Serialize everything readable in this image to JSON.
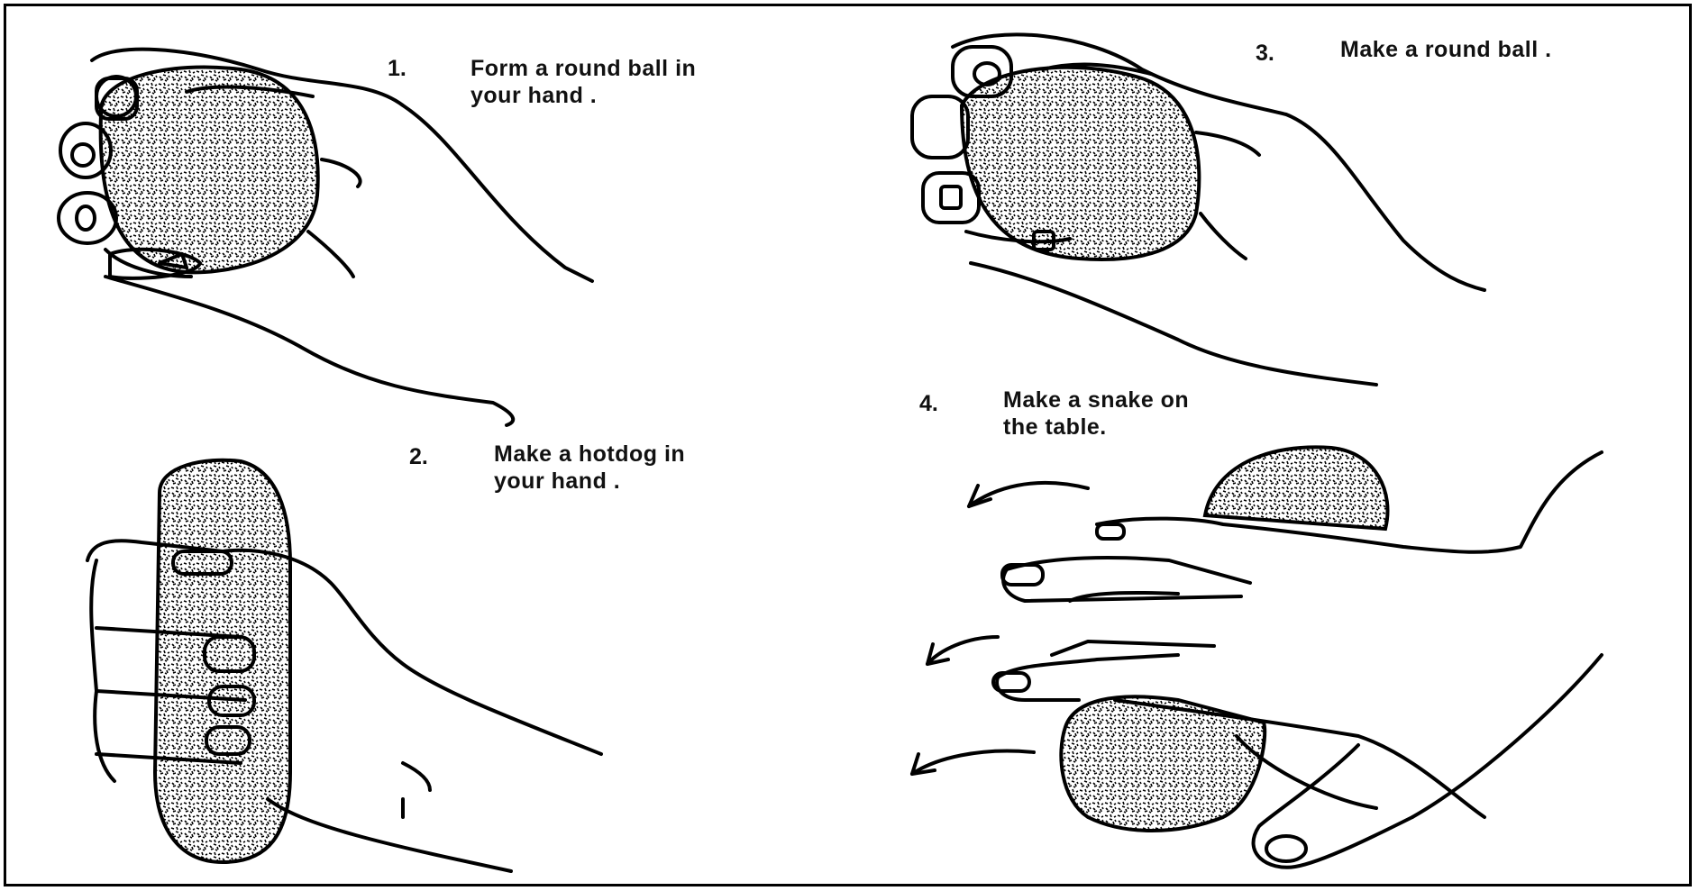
{
  "steps": [
    {
      "number": "1.",
      "line1": "Form a round ball in",
      "line2": "your hand ."
    },
    {
      "number": "2.",
      "line1": "Make a hotdog in",
      "line2": "your hand ."
    },
    {
      "number": "3.",
      "line1": "Make a round ball .",
      "line2": ""
    },
    {
      "number": "4.",
      "line1": "Make a snake on",
      "line2": "the table."
    }
  ],
  "colors": {
    "ink": "#000000",
    "paper": "#ffffff",
    "clay": "#d9d9d9"
  },
  "icons": [
    "hand-ball-illustration",
    "hand-hotdog-illustration",
    "hand-round-ball-illustration",
    "hand-snake-illustration",
    "arrow-left-icon"
  ]
}
